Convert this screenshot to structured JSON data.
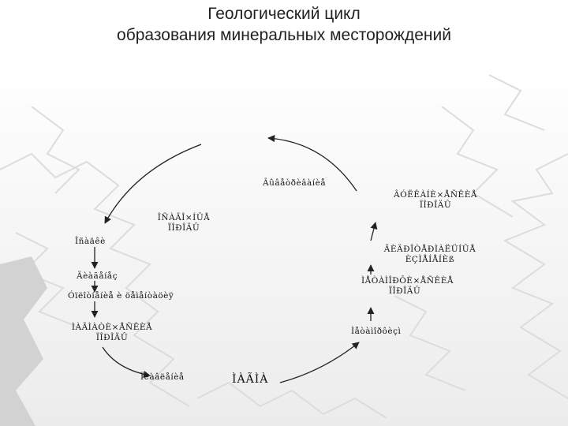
{
  "title": {
    "line1": "Геологический цикл",
    "line2": "образования минеральных месторождений"
  },
  "cycle": {
    "top": "Âûâåòðèâàíèå",
    "right_upper_l1": "ÂÓËÊÀÍÈ×ÅÑÊÈÅ",
    "right_upper_l2": "ÏÎÐÎÄÛ",
    "right_mid_l1": "ÃÈÄÐÎÒÅÐÌÀËÜÍÛÅ",
    "right_mid_l2": "ÈÇÌÅÍÅÍÈß",
    "right_lower_l1": "ÌÅÒÀÌÎÐÔÈ×ÅÑÊÈÅ",
    "right_lower_l2": "ÏÎÐÎÄÛ",
    "right_bottom": "Ìåòàìîðôèçì",
    "bottom_center": "ÌÀÃÌÀ",
    "bottom_left": "Ïëàâëåíèå",
    "left_upper_l1": "ÎÑÀÄÎ×ÍÛÅ",
    "left_upper_l2": "ÏÎÐÎÄÛ",
    "left_erosion": "Îñàäêè",
    "left_diagenesis": "Äèàãåíåç",
    "left_consolidation": "Óïëîòíåíèå è öåìåíòàöèÿ",
    "left_lower_l1": "ÌÀÃÌÀÒÈ×ÅÑÊÈÅ",
    "left_lower_l2": "ÏÎÐÎÄÛ"
  },
  "colors": {
    "line": "#222222",
    "texture": "#e4e4e4",
    "title": "#222222"
  }
}
